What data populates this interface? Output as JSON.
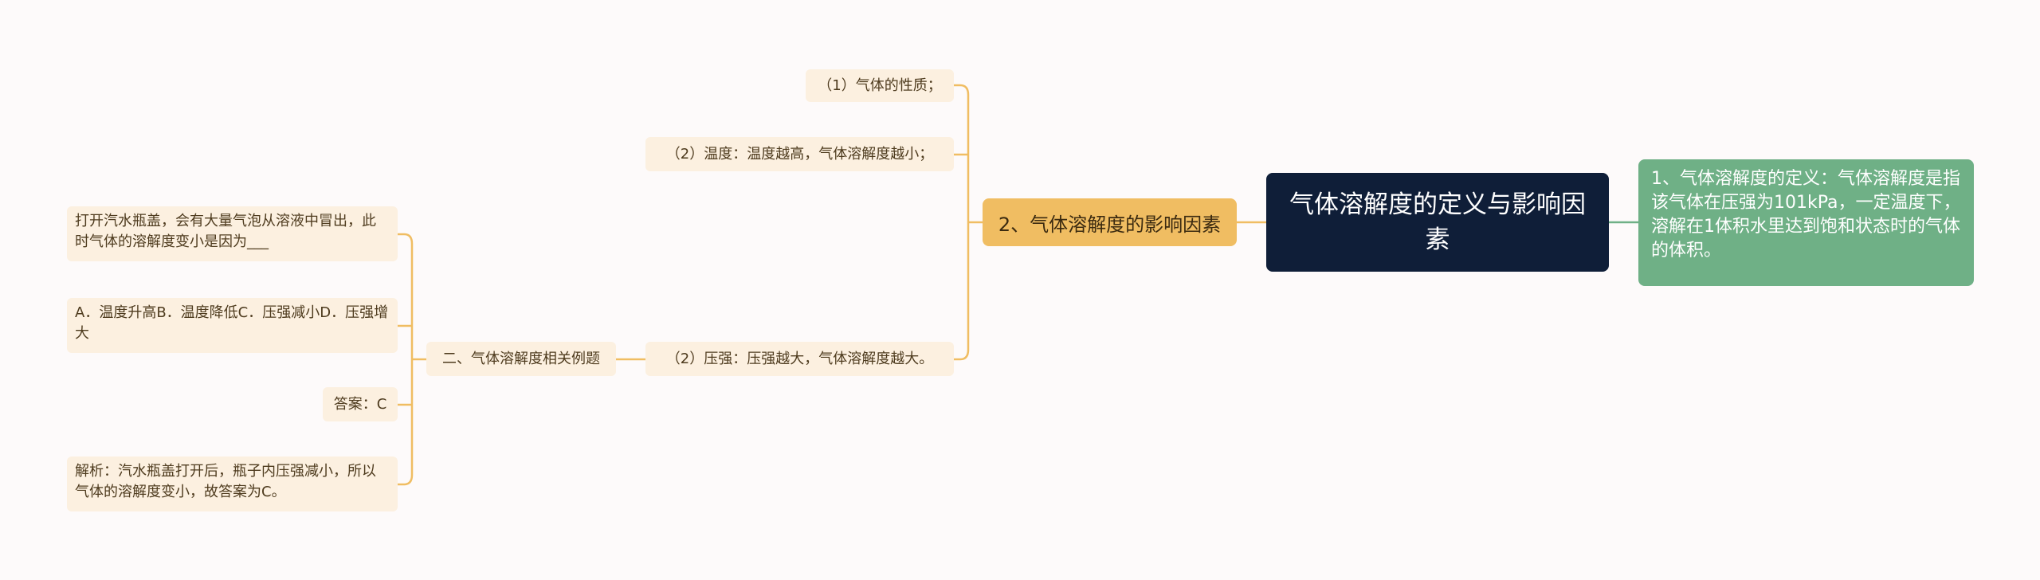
{
  "root": {
    "title": "气体溶解度的定义与影响因素"
  },
  "definition": {
    "text": "1、气体溶解度的定义：气体溶解度是指该气体在压强为101kPa，一定温度下，溶解在1体积水里达到饱和状态时的气体的体积。"
  },
  "factors": {
    "label": "2、气体溶解度的影响因素",
    "items": [
      "（1）气体的性质；",
      "（2）温度：温度越高，气体溶解度越小；",
      "（2）压强：压强越大，气体溶解度越大。"
    ]
  },
  "examples": {
    "label": "二、气体溶解度相关例题",
    "items": [
      "打开汽水瓶盖，会有大量气泡从溶液中冒出，此时气体的溶解度变小是因为___",
      "A．温度升高B．温度降低C．压强减小D．压强增大",
      "答案：C",
      "解析：汽水瓶盖打开后，瓶子内压强减小，所以气体的溶解度变小，故答案为C。"
    ]
  },
  "colors": {
    "background": "#fdfafa",
    "root": "#0f1e38",
    "definition": "#6fb086",
    "factors": "#f0bd62",
    "leaf": "#fcf0e0",
    "connector": "#f0bd62",
    "definition_connector": "#6fb086"
  }
}
